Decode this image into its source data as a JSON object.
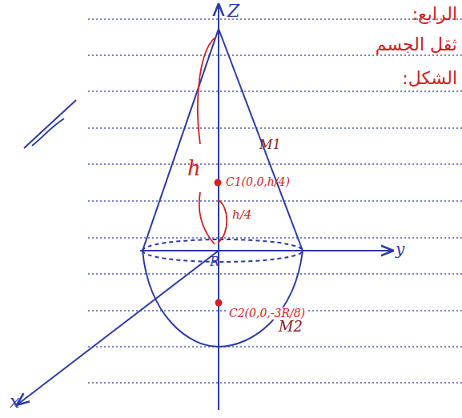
{
  "diagram": {
    "labels": [
      "Z",
      "y",
      "x",
      "h",
      "h/4",
      "C1(0,0,h/4)",
      "R",
      "M1",
      "M2",
      "C2(0,0,-3R/8)",
      "الرابع:",
      "ثقل الجسم",
      "الشكل:"
    ]
  }
}
